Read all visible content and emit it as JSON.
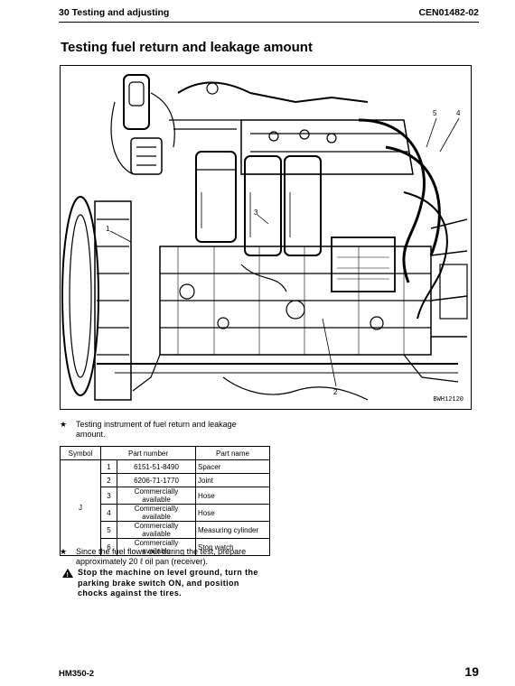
{
  "header": {
    "section": "30 Testing and adjusting",
    "doc_code": "CEN01482-02"
  },
  "title": "Testing fuel return and leakage amount",
  "figure": {
    "code": "BWH12120",
    "callouts": [
      "1",
      "2",
      "3",
      "4",
      "5"
    ]
  },
  "note1": {
    "mark": "★",
    "text": "Testing instrument of fuel return and leakage amount."
  },
  "table": {
    "headers": [
      "Symbol",
      "Part number",
      "Part name"
    ],
    "symbol": "J",
    "rows": [
      {
        "no": "1",
        "part_number": "6151-51-8490",
        "part_name": "Spacer"
      },
      {
        "no": "2",
        "part_number": "6206-71-1770",
        "part_name": "Joint"
      },
      {
        "no": "3",
        "part_number": "Commercially available",
        "part_name": "Hose"
      },
      {
        "no": "4",
        "part_number": "Commercially available",
        "part_name": "Hose"
      },
      {
        "no": "5",
        "part_number": "Commercially available",
        "part_name": "Measuring cylinder"
      },
      {
        "no": "6",
        "part_number": "Commercially available",
        "part_name": "Stop watch"
      }
    ]
  },
  "note2": {
    "mark": "★",
    "text": "Since the fuel flows out during the test, prepare approximately 20 ℓ oil pan (receiver)."
  },
  "warning": {
    "icon": "warning-triangle-icon",
    "text": "Stop the machine on level ground, turn the parking brake switch ON, and position chocks against the tires."
  },
  "footer": {
    "model": "HM350-2",
    "page": "19"
  }
}
